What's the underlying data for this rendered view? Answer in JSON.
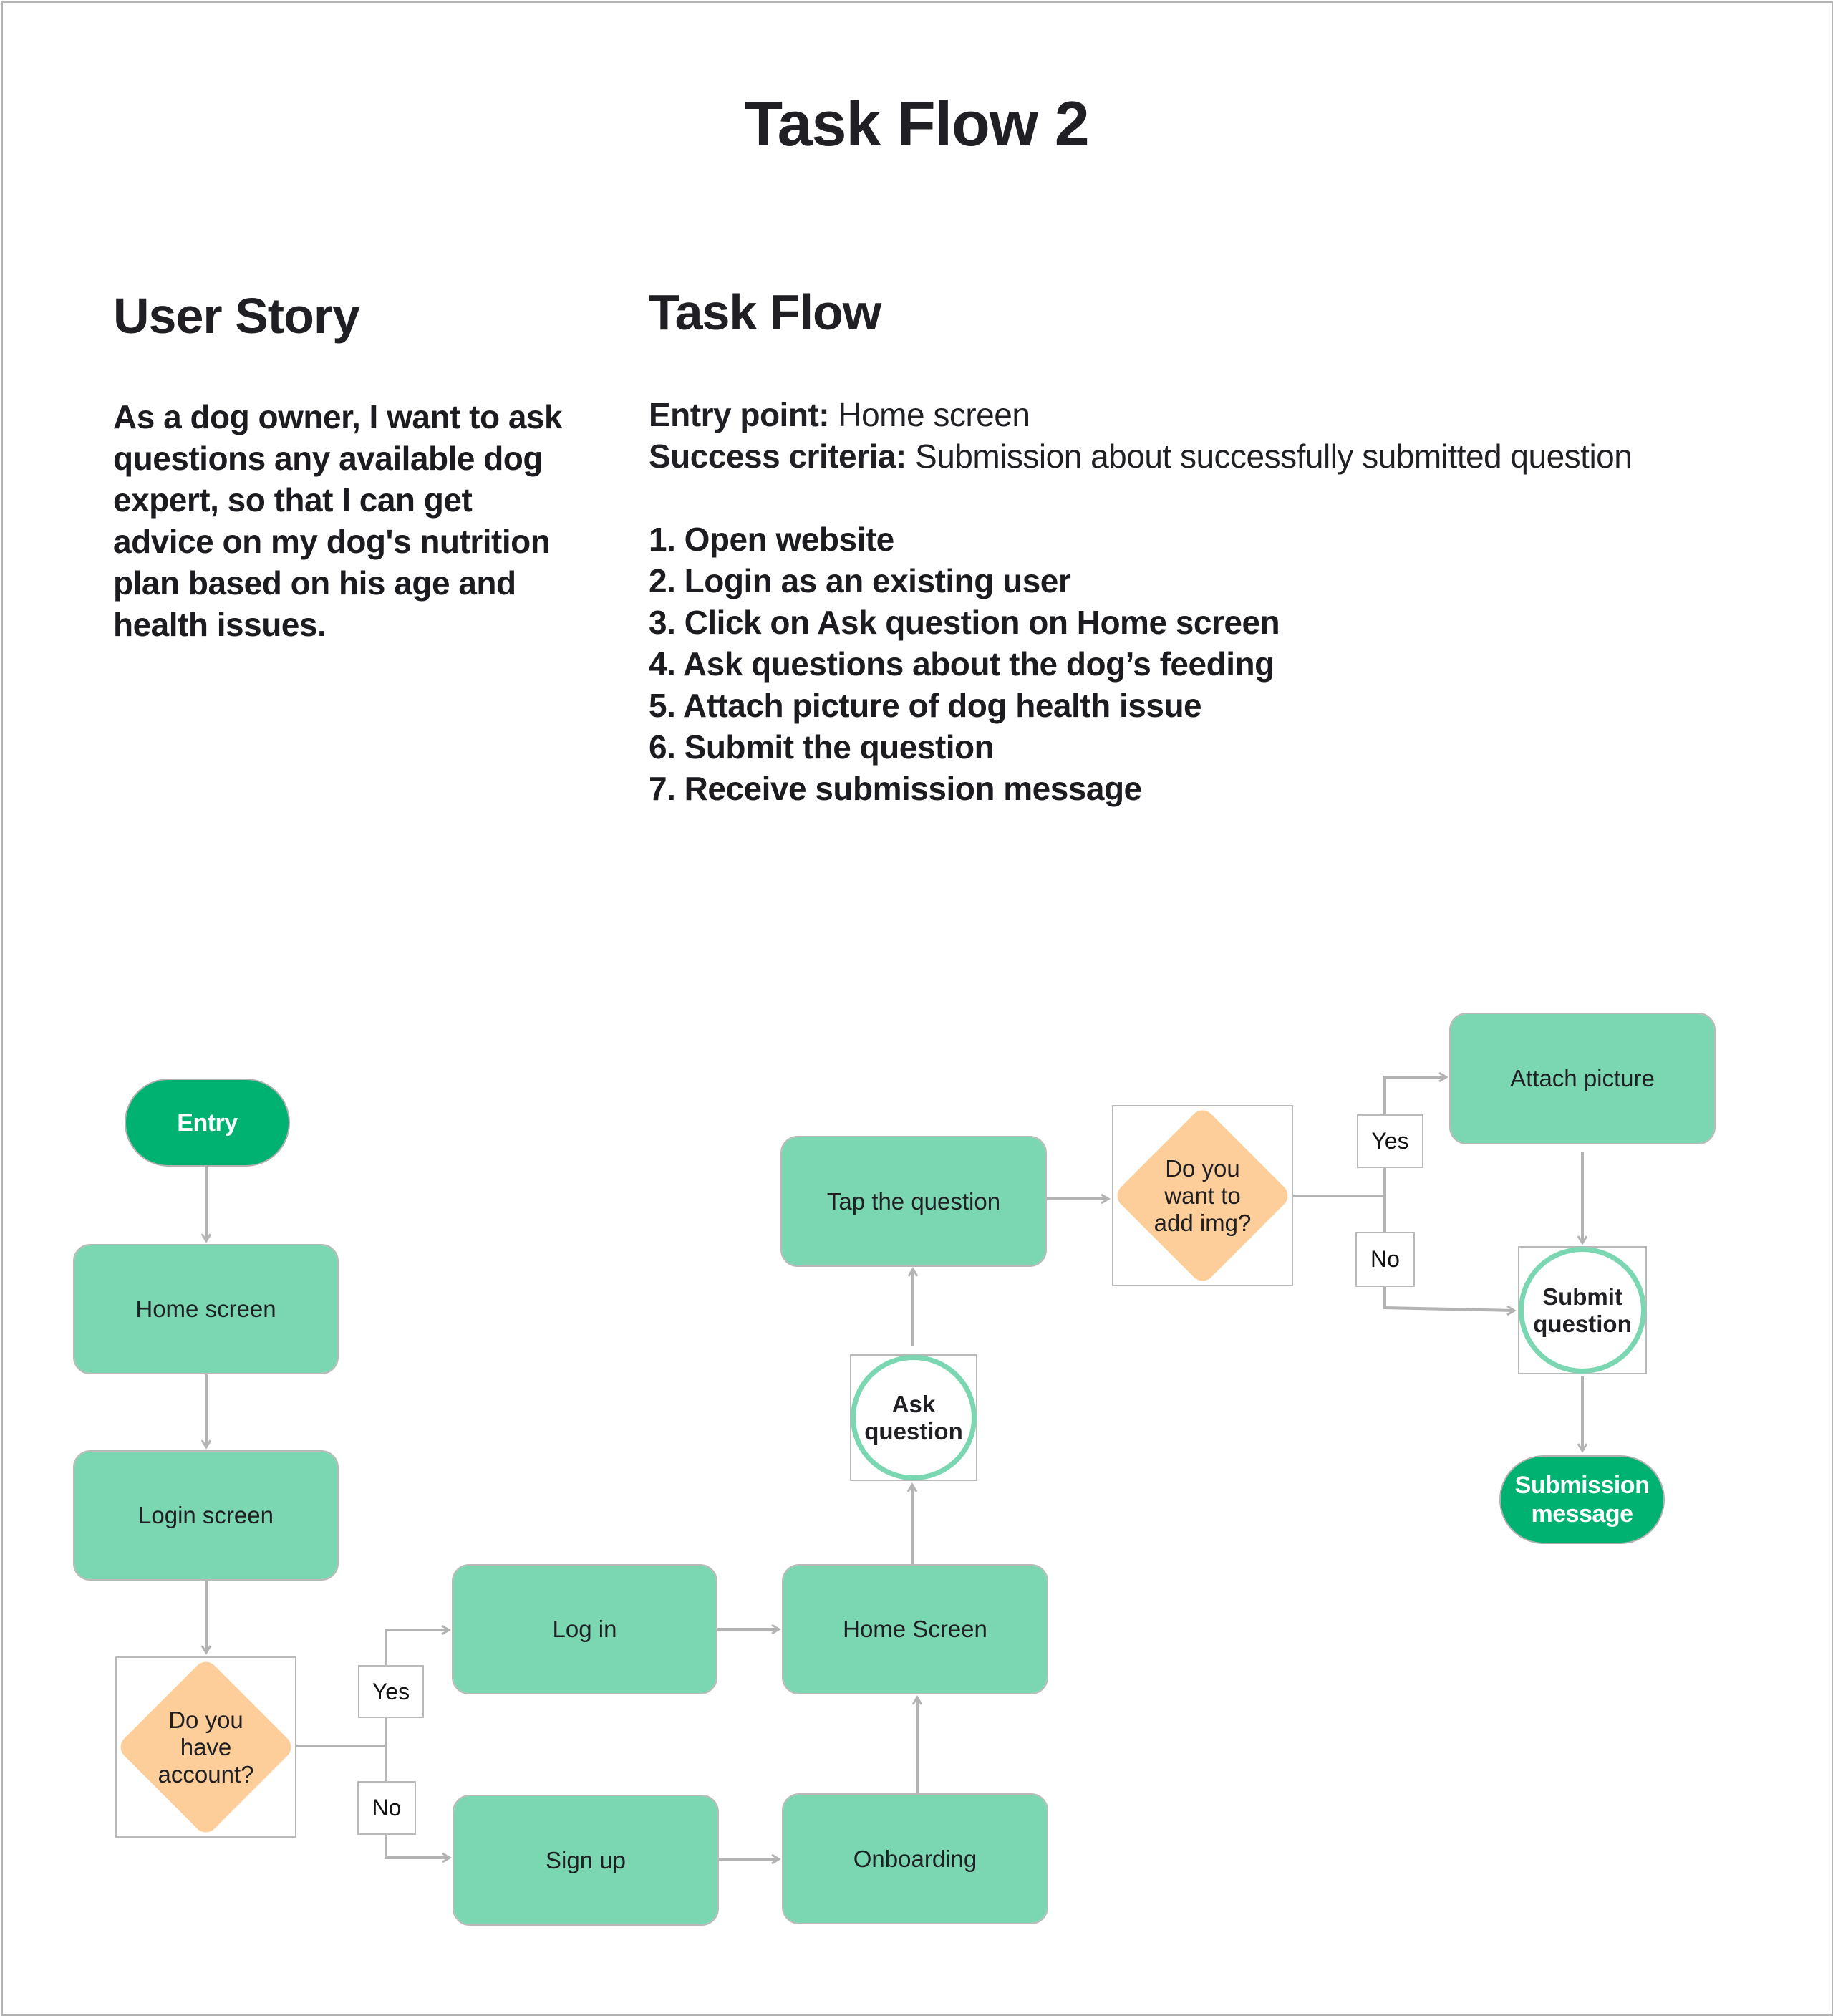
{
  "page": {
    "title": "Task Flow 2"
  },
  "user_story": {
    "heading": "User Story",
    "text": "As a dog owner, I want to ask questions any available dog expert, so that I can get advice on my dog's nutrition plan based on his age and health issues."
  },
  "task_flow": {
    "heading": "Task Flow",
    "entry_point_label": "Entry point:",
    "entry_point_value": "Home screen",
    "success_criteria_label": "Success criteria:",
    "success_criteria_value": "Submission about successfully submitted question",
    "steps": [
      "1. Open website",
      "2. Login as an existing user",
      "3. Click on Ask question on Home screen",
      "4. Ask questions about the dog’s feeding",
      "5. Attach picture of dog health issue",
      "6. Submit the question",
      "7. Receive submission message"
    ]
  },
  "flowchart": {
    "colors": {
      "terminal": "#00b272",
      "process": "#7ad7b1",
      "decision": "#fdce9a",
      "connector": "#b3b3b3"
    },
    "nodes": {
      "entry": "Entry",
      "home_screen": "Home screen",
      "login_screen": "Login screen",
      "decision_account": [
        "Do you",
        "have",
        "account?"
      ],
      "log_in": "Log in",
      "sign_up": "Sign up",
      "home_screen_2": "Home Screen",
      "onboarding": "Onboarding",
      "ask_question": [
        "Ask",
        "question"
      ],
      "tap_question": "Tap the question",
      "decision_img": [
        "Do you",
        "want to",
        "add img?"
      ],
      "attach_picture": "Attach picture",
      "submit_question": [
        "Submit",
        "question"
      ],
      "submission_message": [
        "Submission",
        "message"
      ]
    },
    "branch_labels": {
      "account_yes": "Yes",
      "account_no": "No",
      "img_yes": "Yes",
      "img_no": "No"
    }
  }
}
